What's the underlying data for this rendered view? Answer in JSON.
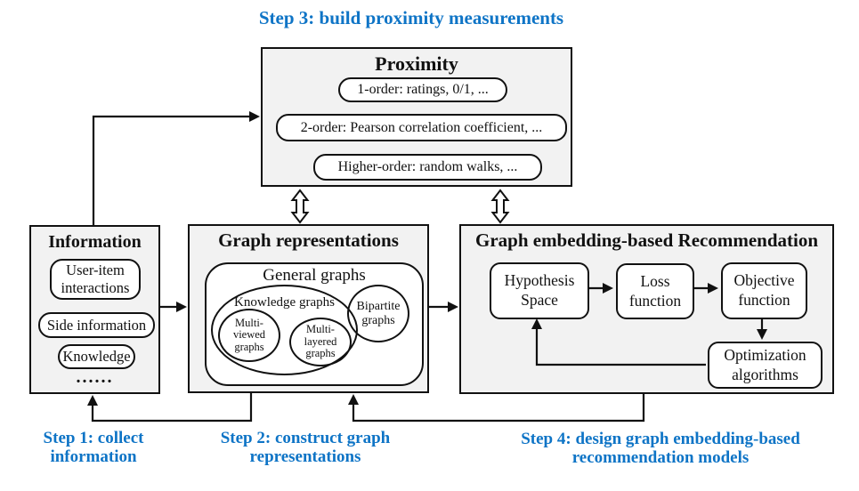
{
  "colors": {
    "accent_blue": "#0e74c6",
    "box_fill": "#f2f2f2",
    "line": "#111111",
    "background": "#ffffff"
  },
  "steps": {
    "step3": "Step 3: build proximity measurements",
    "step1": "Step 1: collect\ninformation",
    "step2": "Step 2: construct graph\nrepresentations",
    "step4": "Step 4: design graph embedding-based\nrecommendation models"
  },
  "proximity": {
    "title": "Proximity",
    "items": [
      "1-order: ratings, 0/1, ...",
      "2-order: Pearson correlation coefficient, ...",
      "Higher-order: random walks, ..."
    ]
  },
  "information": {
    "title": "Information",
    "items": [
      "User-item interactions",
      "Side information",
      "Knowledge"
    ],
    "ellipsis": "......"
  },
  "graph_representations": {
    "title": "Graph representations",
    "general_graphs": "General graphs",
    "knowledge_graphs": "Knowledge graphs",
    "multi_viewed": "Multi-viewed graphs",
    "multi_layered": "Multi-layered graphs",
    "bipartite": "Bipartite graphs"
  },
  "recommendation": {
    "title": "Graph embedding-based Recommendation",
    "hypothesis": "Hypothesis Space",
    "loss": "Loss function",
    "objective": "Objective function",
    "optimization": "Optimization algorithms"
  },
  "arrows": {
    "info_to_proximity": "arrow",
    "info_to_graph_representations": "arrow",
    "graph_representations_to_recommendation": "arrow",
    "proximity_graph_double": "double-arrow",
    "proximity_recommendation_double": "double-arrow",
    "hypothesis_to_loss": "arrow",
    "loss_to_objective": "arrow",
    "objective_to_optimization": "arrow",
    "optimization_to_hypothesis": "arrow",
    "step1_feedback": "arrow",
    "step4_feedback": "arrow"
  }
}
